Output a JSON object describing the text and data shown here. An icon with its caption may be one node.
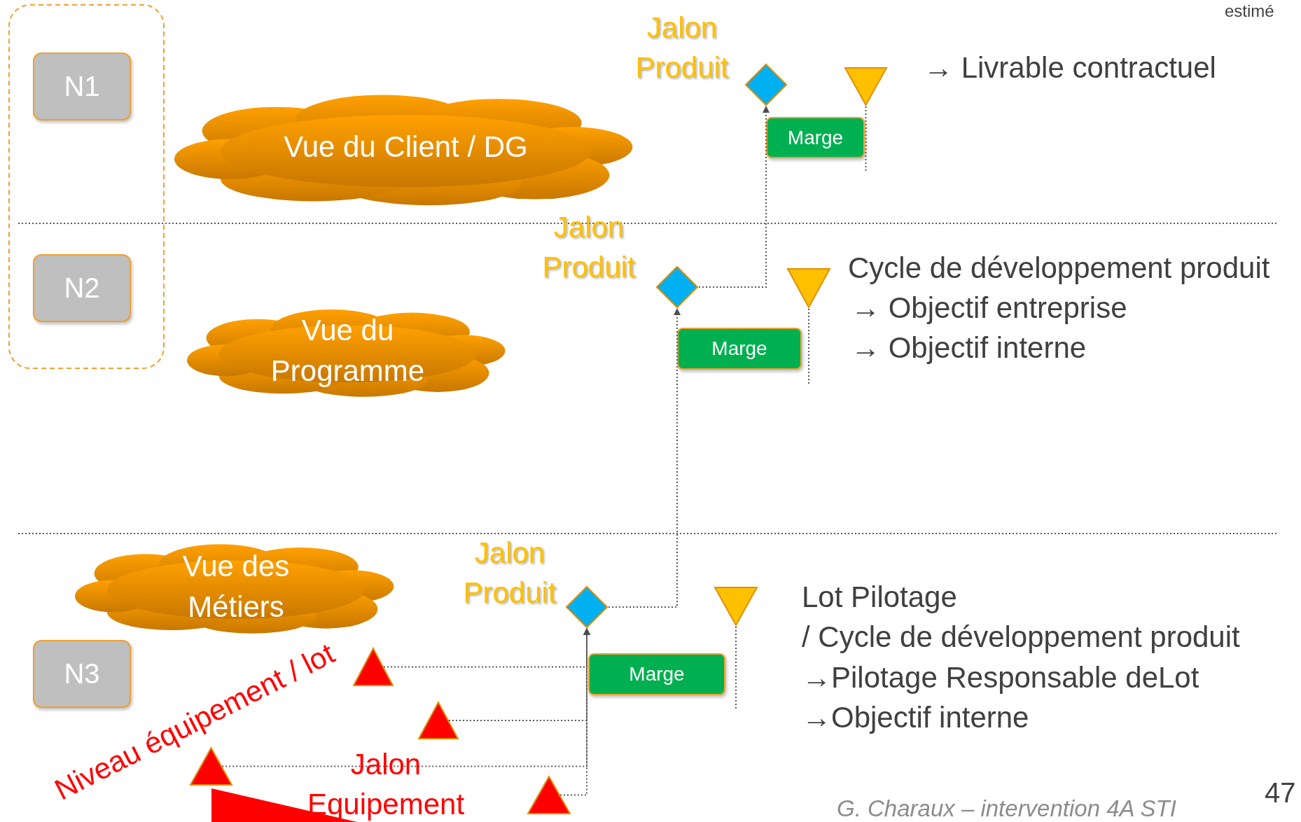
{
  "diagram": {
    "nodes": [
      {
        "text": [],
        "shape": "box"
      },
      {
        "text": [
          "N1"
        ],
        "in": 0
      },
      {
        "text": [
          "N2"
        ],
        "in": 0
      },
      {
        "text": [
          "Vue du Client / DG"
        ]
      },
      {
        "text": [],
        "shape": "diamond",
        "beside": [
          "Jalon Produit"
        ]
      },
      {
        "text": [],
        "shape": "triangle"
      },
      {
        "text": [
          "Marge"
        ]
      },
      {
        "text": [
          "Vue du Programme"
        ]
      },
      {
        "text": [],
        "shape": "diamond",
        "beside": [
          "Jalon Produit"
        ]
      },
      {
        "text": [],
        "shape": "triangle"
      },
      {
        "text": [
          "Marge"
        ]
      },
      {
        "text": [
          "Vue des Métiers"
        ]
      },
      {
        "text": [
          "N3"
        ]
      },
      {
        "text": [],
        "shape": "diamond",
        "beside": [
          "Jalon Produit"
        ]
      },
      {
        "text": [],
        "shape": "triangle"
      },
      {
        "text": [
          "Marge"
        ]
      },
      {
        "text": [],
        "shape": "triangle"
      },
      {
        "text": [],
        "shape": "triangle"
      },
      {
        "text": [],
        "shape": "triangle"
      },
      {
        "text": [],
        "shape": "triangle"
      },
      {
        "text": [],
        "shape": "triangle"
      }
    ],
    "edges": [
      {
        "from": 8,
        "to": 4,
        "arrow": "to"
      },
      {
        "from": 13,
        "to": 8,
        "arrow": "to"
      },
      {
        "from": 16,
        "to": 13,
        "arrow": "to"
      },
      {
        "from": 17,
        "to": 13,
        "arrow": "to"
      },
      {
        "from": 18,
        "to": 13,
        "arrow": "to"
      },
      {
        "from": 19,
        "to": 13,
        "arrow": "to"
      },
      {
        "from": 5,
        "to": 6,
        "arrow": "none"
      },
      {
        "from": 9,
        "to": 10,
        "arrow": "none"
      },
      {
        "from": 14,
        "to": 15,
        "arrow": "none"
      }
    ],
    "labels": [
      "estimé",
      "→ Livrable contractuel",
      "Cycle de développement produit",
      "→ Objectif entreprise",
      "→ Objectif interne",
      "Lot Pilotage",
      "/ Cycle de développement produit",
      "→Pilotage Responsable deLot",
      "→Objectif interne",
      "Niveau équipement / lot",
      "Jalon Equipement",
      "47",
      "G. Charaux – intervention 4A STI"
    ]
  }
}
